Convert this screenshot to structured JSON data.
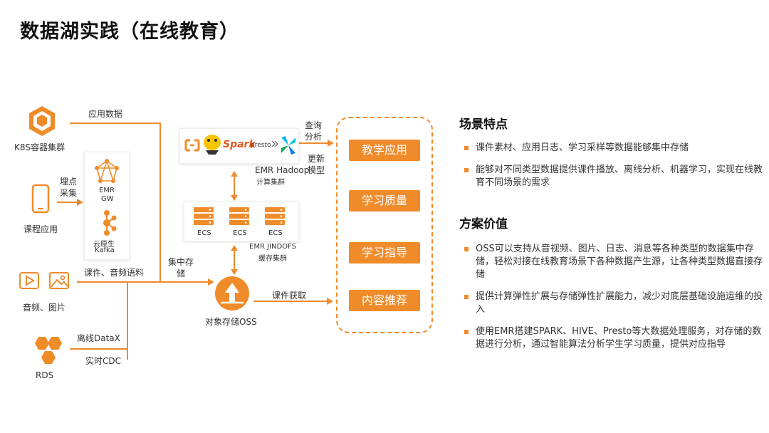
{
  "title": "数据湖实践（在线教育）",
  "sources": {
    "k8s": "K8S容器集群",
    "course_app": "课程应用",
    "media": "音频、图片",
    "rds": "RDS"
  },
  "edges": {
    "app_data": "应用数据",
    "collect_1": "埋点",
    "collect_2": "采集",
    "course_audio": "课件、音频语料",
    "central_1": "集中存",
    "central_2": "储",
    "offline": "离线DataX",
    "realtime": "实时CDC",
    "course_fetch": "课件获取",
    "query_1": "查询",
    "query_2": "分析",
    "update_1": "更新",
    "update_2": "模型"
  },
  "middle": {
    "emr_gw_1": "EMR",
    "emr_gw_2": "GW",
    "kafka_1": "云原生",
    "kafka_2": "Kafka",
    "spark_text": "Spark",
    "presto_text": "presto",
    "hadoop_title": "EMR Hadoop",
    "hadoop_sub": "计算集群",
    "ecs": [
      "ECS",
      "ECS",
      "ECS"
    ],
    "jindo_title": "EMR JINDOFS",
    "jindo_sub": "缓存集群",
    "oss": "对象存储OSS"
  },
  "apps": [
    "教学应用",
    "学习质量",
    "学习指导",
    "内容推荐"
  ],
  "right": {
    "scene_title": "场景特点",
    "scene_points": [
      "课件素材、应用日志、学习采样等数据能够集中存储",
      "能够对不同类型数据提供课件播放、离线分析、机器学习，实现在线教育不同场景的需求"
    ],
    "value_title": "方案价值",
    "value_points": [
      "OSS可以支持从音视频、图片、日志、消息等各种类型的数据集中存储，轻松对接在线教育场景下各种数据产生源，让各种类型数据直接存储",
      "提供计算弹性扩展与存储弹性扩展能力，减少对底层基础设施运维的投入",
      "使用EMR搭建SPARK、HIVE、Presto等大数据处理服务，对存储的数据进行分析，通过智能算法分析学生学习质量，提供对应指导"
    ]
  },
  "colors": {
    "accent": "#ef8a2e",
    "button": "#f08b2a"
  }
}
